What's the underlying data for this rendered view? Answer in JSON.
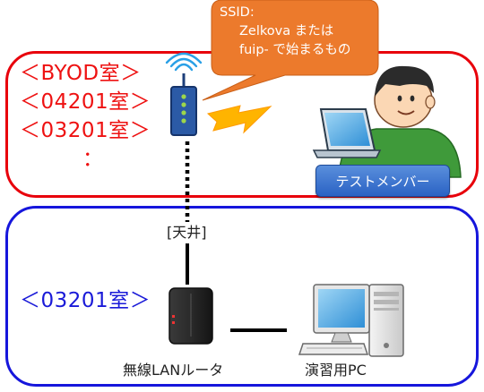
{
  "top_room": {
    "lines": [
      "＜BYOD室＞",
      "＜04201室＞",
      "＜03201室＞",
      "："
    ],
    "border_color": "#e8000b"
  },
  "bottom_room": {
    "label": "＜03201室＞",
    "border_color": "#1616dc"
  },
  "callout": {
    "line1": "SSID:",
    "line2": "Zelkova または",
    "line3": "fuip- で始まるもの",
    "color": "#ec7a2c"
  },
  "member_badge": {
    "label": "テストメンバー"
  },
  "ceiling": {
    "label": "[天井]"
  },
  "router": {
    "label": "無線LANルータ",
    "icon": "wireless-router-icon"
  },
  "pc": {
    "label": "演習用PC",
    "icon": "desktop-pc-icon"
  },
  "access_point": {
    "icon": "access-point-icon"
  },
  "wireless_link": {
    "icon": "lightning-bolt-icon",
    "color": "#ffb400"
  }
}
